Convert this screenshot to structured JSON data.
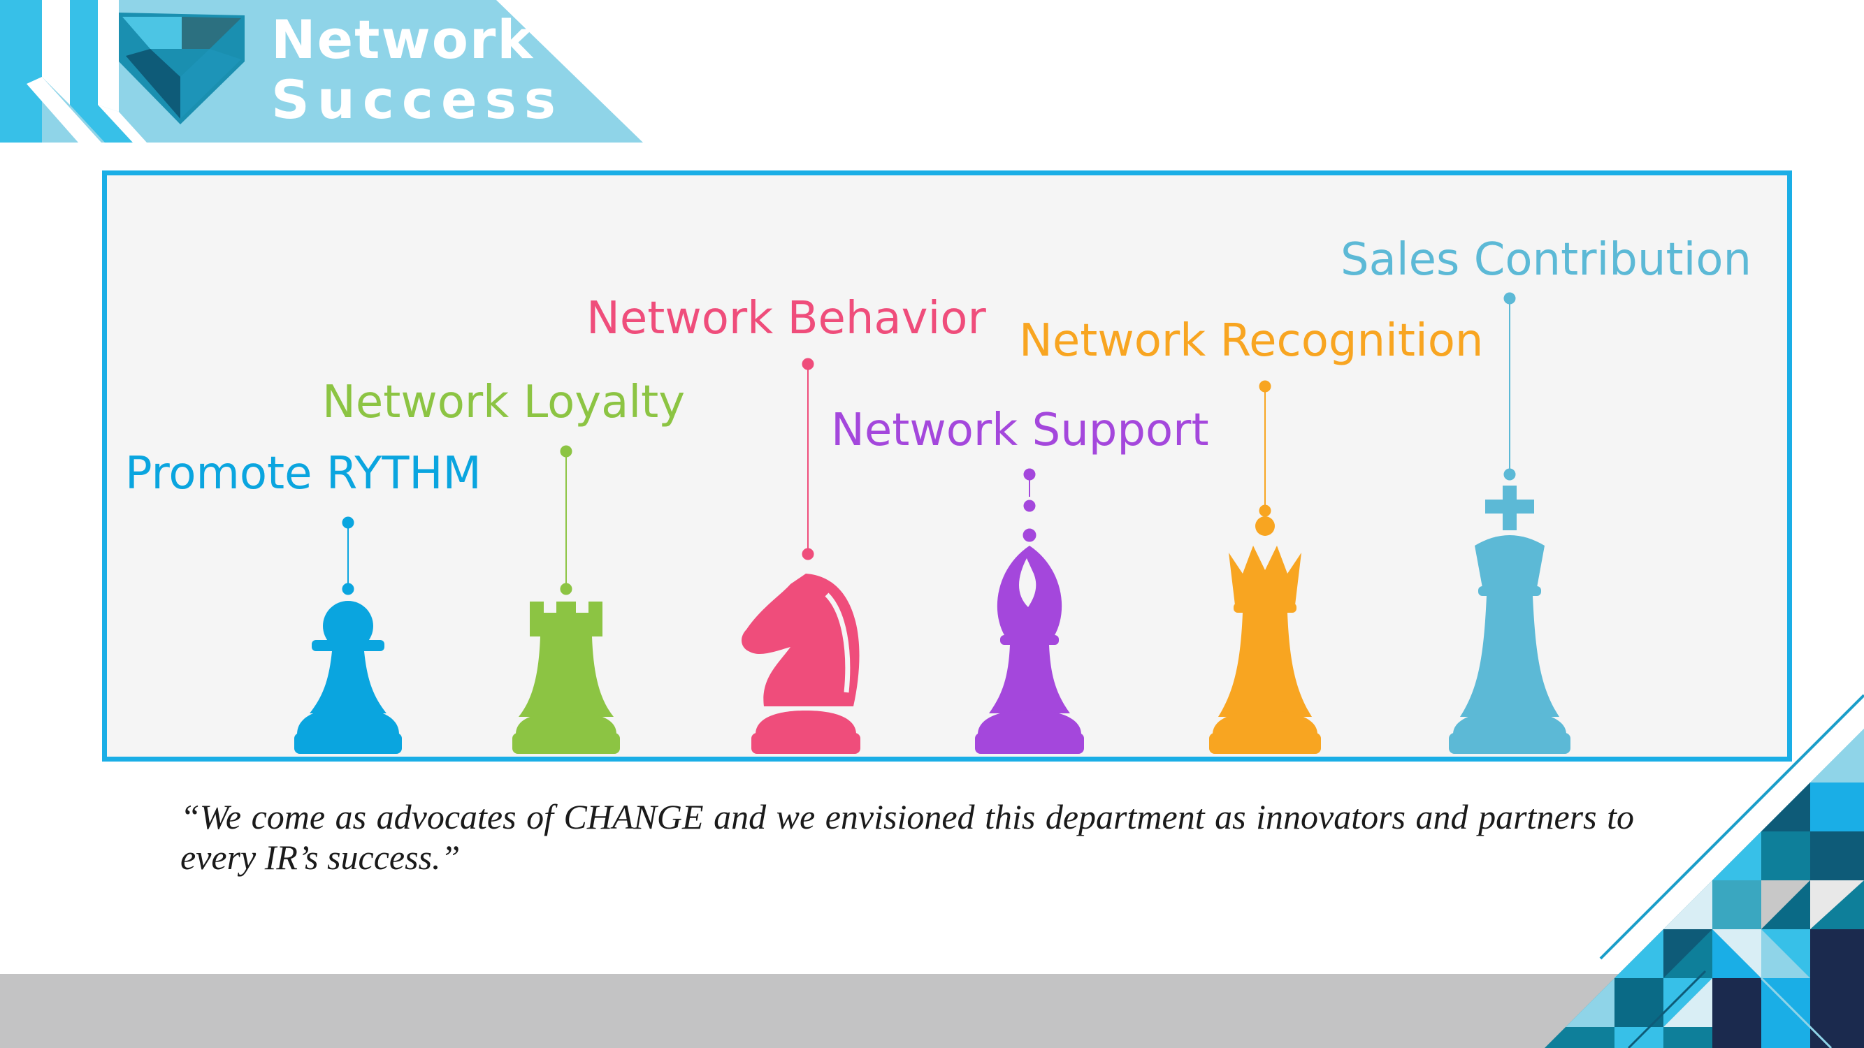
{
  "brand": {
    "line1": "Network",
    "line2": "Success"
  },
  "chart": {
    "items": [
      {
        "label": "Promote RYTHM",
        "piece": "pawn",
        "color": "#0aa5df"
      },
      {
        "label": "Network Loyalty",
        "piece": "rook",
        "color": "#8cc443"
      },
      {
        "label": "Network Behavior",
        "piece": "knight",
        "color": "#ef4d7b"
      },
      {
        "label": "Network Support",
        "piece": "bishop",
        "color": "#a447dc"
      },
      {
        "label": "Network Recognition",
        "piece": "queen",
        "color": "#f8a521"
      },
      {
        "label": "Sales Contribution",
        "piece": "king",
        "color": "#5cb9d6"
      }
    ]
  },
  "quote": "“We come as advocates of CHANGE and we envisioned this department as innovators and partners to every IR’s success.”",
  "colors": {
    "frame": "#1aaee6",
    "header": "#8fd4e8",
    "bottom_bar": "#c3c3c4"
  }
}
